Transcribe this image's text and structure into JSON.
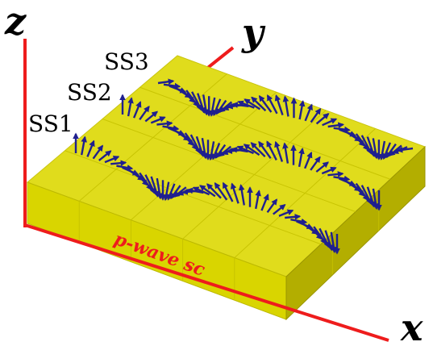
{
  "axes": {
    "x_label": "x",
    "y_label": "y",
    "z_label": "z",
    "color": "#ee1c1c"
  },
  "slab": {
    "label": "p-wave  sc",
    "label_color": "#ee1c1c",
    "top_color": "#e0dc1c",
    "front_color": "#d9d500",
    "side_color": "#b3ae00"
  },
  "spin_spirals": {
    "color": "#1f1f8f",
    "labels": [
      "SS1",
      "SS2",
      "SS3"
    ]
  }
}
